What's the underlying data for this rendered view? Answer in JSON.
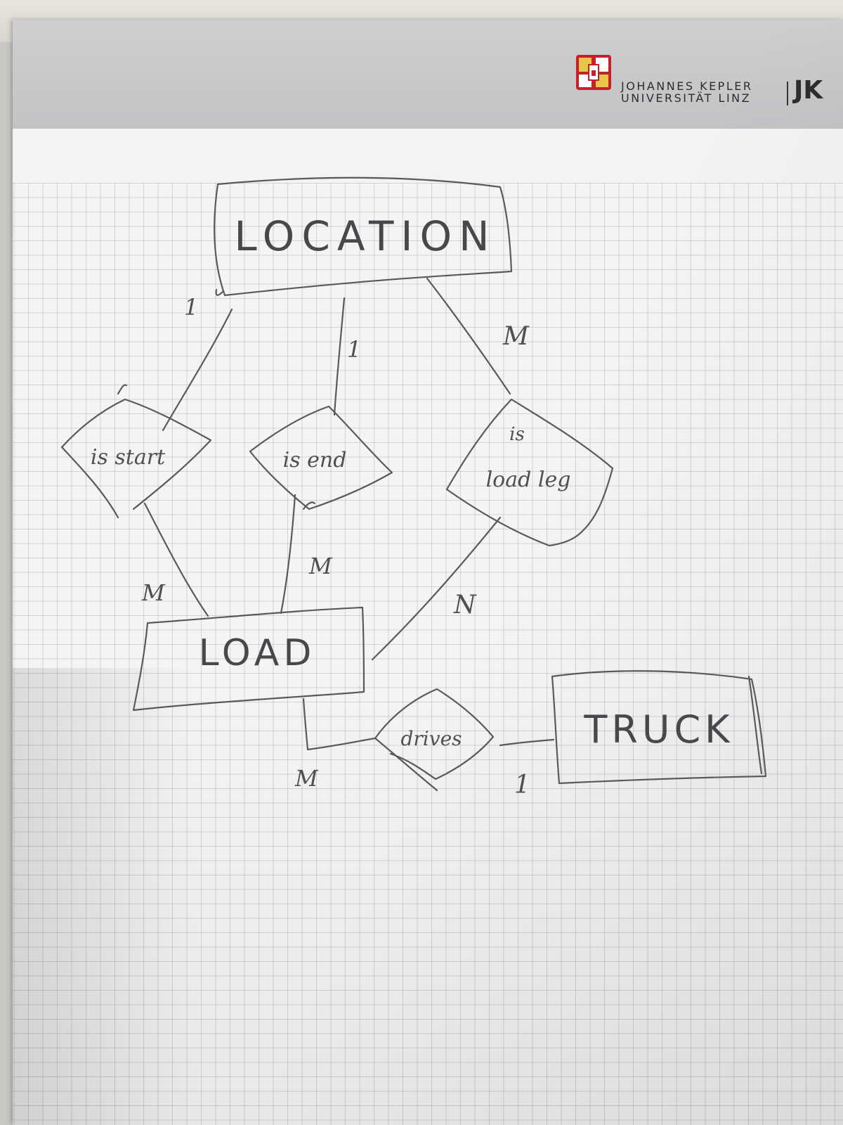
{
  "header": {
    "university_line1": "JOHANNES KEPLER",
    "university_line2": "UNIVERSITÄT LINZ",
    "university_abbrev": "JK",
    "logo_icon": "coat-of-arms-icon"
  },
  "diagram": {
    "entities": {
      "location": "LOCATION",
      "load": "LOAD",
      "truck": "TRUCK"
    },
    "relationships": {
      "is_start": "is start",
      "is_end": "is end",
      "is_prefix": "is",
      "load_leg": "load leg",
      "drives": "drives"
    },
    "cardinalities": {
      "location_is_start": "1",
      "location_is_end": "1",
      "location_load_leg": "M",
      "load_is_start": "M",
      "load_is_end": "M",
      "load_load_leg": "N",
      "load_drives": "M",
      "truck_drives": "1"
    },
    "pencil_color": "#5a5a5e",
    "paper_color": "#f4f4f4"
  }
}
